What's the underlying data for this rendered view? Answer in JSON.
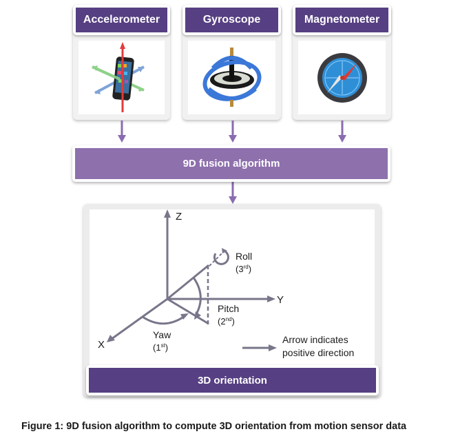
{
  "colors": {
    "dark_purple": "#563f82",
    "light_purple": "#8e70ad",
    "arrow_purple": "#8a6bb0",
    "axis_gray": "#77768a"
  },
  "sensors": [
    {
      "label": "Accelerometer",
      "icon": "smartphone-axes-icon"
    },
    {
      "label": "Gyroscope",
      "icon": "gyroscope-icon"
    },
    {
      "label": "Magnetometer",
      "icon": "compass-icon"
    }
  ],
  "fusion": {
    "label": "9D fusion algorithm"
  },
  "orientation": {
    "label": "3D orientation",
    "axes": {
      "z": "Z",
      "y": "Y",
      "x": "X"
    },
    "roll": {
      "label": "Roll",
      "order_num": "(3",
      "order_sup": "rd",
      "order_close": ")"
    },
    "pitch": {
      "label": "Pitch",
      "order_num": "(2",
      "order_sup": "nd",
      "order_close": ")"
    },
    "yaw": {
      "label": "Yaw",
      "order_num": "(1",
      "order_sup": "st",
      "order_close": ")"
    },
    "legend": {
      "line1": "Arrow indicates",
      "line2": "positive direction"
    }
  },
  "caption": "Figure 1: 9D fusion algorithm to compute 3D orientation from motion sensor data"
}
